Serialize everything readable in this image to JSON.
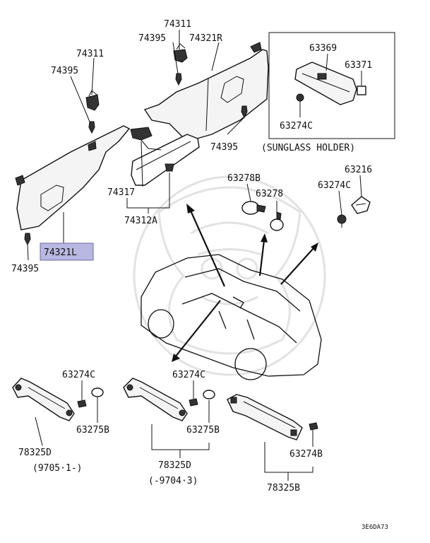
{
  "labels": {
    "p74311_r": "74311",
    "p74395_r": "74395",
    "p74321R": "74321R",
    "p74311_l": "74311",
    "p74395_l": "74395",
    "p74395_mid": "74395",
    "p74317": "74317",
    "p74312A": "74312A",
    "p74321L": "74321L",
    "p74395_bot": "74395",
    "p63369": "63369",
    "p63371": "63371",
    "p63274C_sg": "63274C",
    "sunglass": "(SUNGLASS HOLDER)",
    "p63278B": "63278B",
    "p63278": "63278",
    "p63216": "63216",
    "p63274C_r": "63274C",
    "p63274C_h1": "63274C",
    "p63275B_h1": "63275B",
    "p78325D_1": "78325D",
    "date1": "(9705·1-)",
    "p63274C_h2": "63274C",
    "p63275B_h2": "63275B",
    "p78325D_2": "78325D",
    "date2": "(-9704·3)",
    "p63274B": "63274B",
    "p78325B": "78325B",
    "ref": "3E6DA73"
  },
  "icons": [
    "sun-visor",
    "clip",
    "screw",
    "rear-view-mirror",
    "sunglass-holder",
    "room-lamp",
    "assist-grip",
    "vehicle-outline",
    "watermark-emblem"
  ]
}
